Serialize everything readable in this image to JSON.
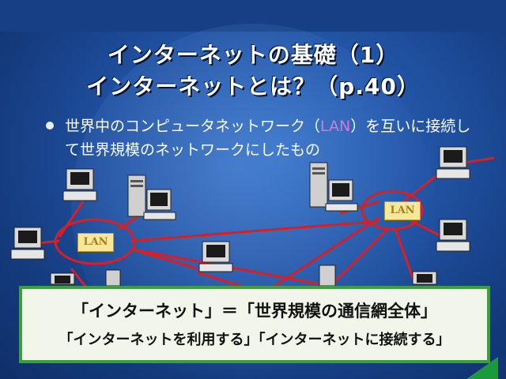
{
  "slide": {
    "title_line1": "インターネットの基礎（1）",
    "title_line2": "インターネットとは？（p.40）",
    "bullet": {
      "text_before": "世界中のコンピュータネットワーク（",
      "lan_word": "LAN",
      "text_after": "）を互いに接続して世界規模のネットワークにしたもの"
    },
    "lan_labels": [
      "LAN",
      "LAN"
    ],
    "message": {
      "line1": "「インターネット」＝「世界規模の通信網全体」",
      "line2": "「インターネットを利用する」「インターネットに接続する」"
    }
  },
  "colors": {
    "background": "#1f4f9e",
    "network_line": "#d81f26",
    "box_border": "#3aa03c",
    "lan_badge": "#f7e79a"
  },
  "icons": [
    "desktop-computer-icon",
    "server-computer-icon"
  ]
}
